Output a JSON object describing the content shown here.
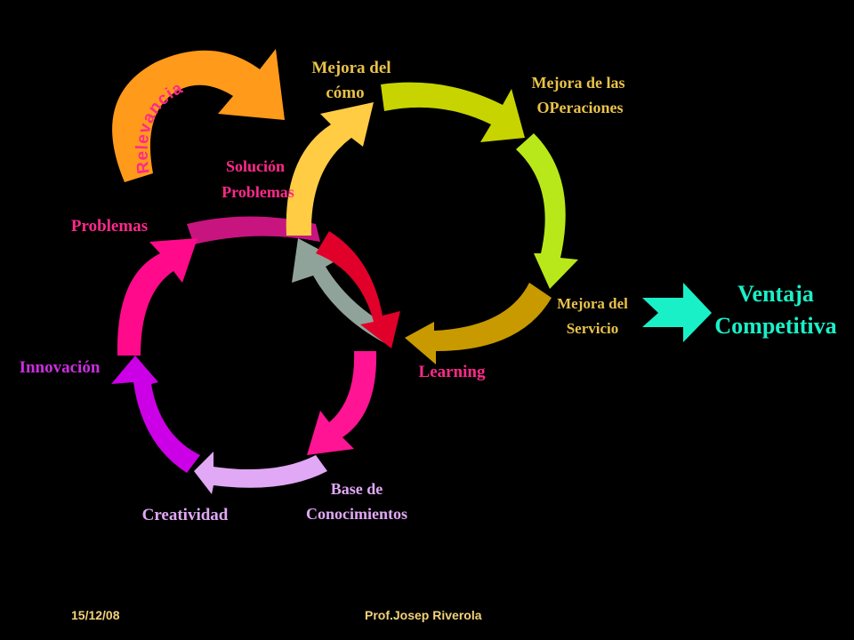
{
  "colors": {
    "background": "#000000",
    "problemas_arrow": "#c8147f",
    "innovacion_arrow": "#ff0a8a",
    "creatividad_arrow": "#cc00e6",
    "conocimientos_arrow": "#e0a8f5",
    "learning_arrow": "#ff1493",
    "solucion_arrow": "#8fa39a",
    "red_arrow": "#e0002a",
    "como_arrow": "#ffcc44",
    "operaciones_arrow": "#c8d400",
    "servicio_arrow": "#b8e81a",
    "learning_return_arrow": "#c89a00",
    "relevancia_arrow": "#ff9a1a",
    "ventaja_arrow": "#1af0c8",
    "ventaja_text": "#1af0c8",
    "label_pink": "#ff2a8a",
    "label_gold": "#e8c24a",
    "label_lavender": "#e0a8f5",
    "label_violet": "#cc2ee0"
  },
  "labels": {
    "mejora_como_line1": "Mejora del",
    "mejora_como_line2": "cómo",
    "mejora_operaciones_line1": "Mejora de las",
    "mejora_operaciones_line2": "OPeraciones",
    "solucion_line1": "Solución",
    "solucion_line2": "Problemas",
    "problemas": "Problemas",
    "mejora_servicio_line1": "Mejora del",
    "mejora_servicio_line2": "Servicio",
    "ventaja_line1": "Ventaja",
    "ventaja_line2": "Competitiva",
    "innovacion": "Innovación",
    "learning": "Learning",
    "base_line1": "Base de",
    "base_line2": "Conocimientos",
    "creatividad": "Creatividad",
    "relevancia": "Relevancia"
  },
  "footer": {
    "date": "15/12/08",
    "author": "Prof.Josep Riverola"
  }
}
